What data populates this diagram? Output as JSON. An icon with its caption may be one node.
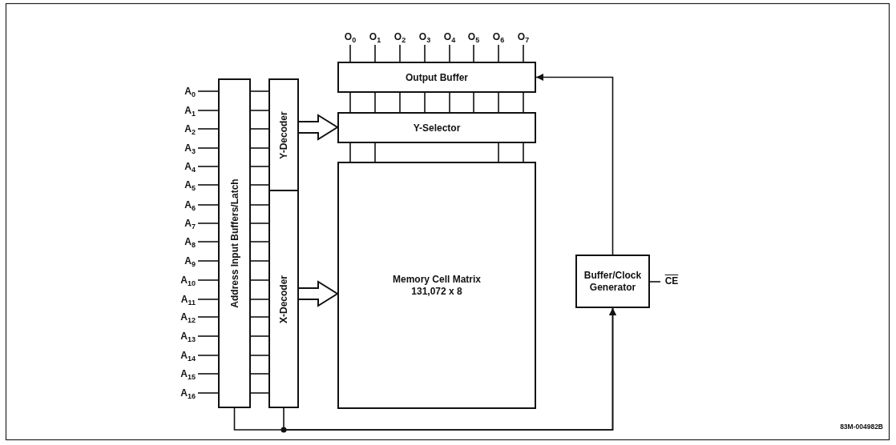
{
  "diagram": {
    "nodes": [
      {
        "text": [
          "Address Input Buffers/Latch"
        ]
      },
      {
        "text": [
          "Y-Decoder"
        ]
      },
      {
        "text": [
          "X-Decoder"
        ]
      },
      {
        "text": [
          "Output Buffer"
        ]
      },
      {
        "text": [
          "Y-Selector"
        ]
      },
      {
        "text": [
          "Memory Cell Matrix 131,072 x 8"
        ]
      },
      {
        "text": [
          "Buffer/Clock Generator"
        ]
      },
      {
        "text": [
          "A$_{0}$"
        ]
      },
      {
        "text": [
          "A$_{1}$"
        ]
      },
      {
        "text": [
          "A$_{2}$"
        ]
      },
      {
        "text": [
          "A$_{3}$"
        ]
      },
      {
        "text": [
          "A$_{4}$"
        ]
      },
      {
        "text": [
          "A$_{5}$"
        ]
      },
      {
        "text": [
          "A$_{6}$"
        ]
      },
      {
        "text": [
          "A$_{7}$"
        ]
      },
      {
        "text": [
          "A$_{8}$"
        ]
      },
      {
        "text": [
          "A$_{9}$"
        ]
      },
      {
        "text": [
          "A$_{10}$"
        ]
      },
      {
        "text": [
          "A$_{11}$"
        ]
      },
      {
        "text": [
          "A$_{12}$"
        ]
      },
      {
        "text": [
          "A$_{13}$"
        ]
      },
      {
        "text": [
          "A$_{14}$"
        ]
      },
      {
        "text": [
          "A$_{15}$"
        ]
      },
      {
        "text": [
          "A$_{16}$"
        ]
      },
      {
        "text": [
          "O$_{0}$"
        ]
      },
      {
        "text": [
          "O$_{1}$"
        ]
      },
      {
        "text": [
          "O$_{2}$"
        ]
      },
      {
        "text": [
          "O$_{3}$"
        ]
      },
      {
        "text": [
          "O$_{4}$"
        ]
      },
      {
        "text": [
          "O$_{5}$"
        ]
      },
      {
        "text": [
          "O$_{6}$"
        ]
      },
      {
        "text": [
          "O$_{7}$"
        ]
      },
      {
        "text": [
          "CE"
        ]
      }
    ],
    "edges": [
      {
        "from": 7,
        "to": 0,
        "arrow": "none"
      },
      {
        "from": 8,
        "to": 0,
        "arrow": "none"
      },
      {
        "from": 9,
        "to": 0,
        "arrow": "none"
      },
      {
        "from": 10,
        "to": 0,
        "arrow": "none"
      },
      {
        "from": 11,
        "to": 0,
        "arrow": "none"
      },
      {
        "from": 12,
        "to": 0,
        "arrow": "none"
      },
      {
        "from": 13,
        "to": 0,
        "arrow": "none"
      },
      {
        "from": 14,
        "to": 0,
        "arrow": "none"
      },
      {
        "from": 15,
        "to": 0,
        "arrow": "none"
      },
      {
        "from": 16,
        "to": 0,
        "arrow": "none"
      },
      {
        "from": 17,
        "to": 0,
        "arrow": "none"
      },
      {
        "from": 18,
        "to": 0,
        "arrow": "none"
      },
      {
        "from": 19,
        "to": 0,
        "arrow": "none"
      },
      {
        "from": 20,
        "to": 0,
        "arrow": "none"
      },
      {
        "from": 21,
        "to": 0,
        "arrow": "none"
      },
      {
        "from": 22,
        "to": 0,
        "arrow": "none"
      },
      {
        "from": 23,
        "to": 0,
        "arrow": "none"
      },
      {
        "from": 0,
        "to": 1,
        "arrow": "none"
      },
      {
        "from": 0,
        "to": 1,
        "arrow": "none"
      },
      {
        "from": 0,
        "to": 1,
        "arrow": "none"
      },
      {
        "from": 0,
        "to": 1,
        "arrow": "none"
      },
      {
        "from": 0,
        "to": 1,
        "arrow": "none"
      },
      {
        "from": 0,
        "to": 1,
        "arrow": "none"
      },
      {
        "from": 0,
        "to": 2,
        "arrow": "none"
      },
      {
        "from": 0,
        "to": 2,
        "arrow": "none"
      },
      {
        "from": 0,
        "to": 2,
        "arrow": "none"
      },
      {
        "from": 0,
        "to": 2,
        "arrow": "none"
      },
      {
        "from": 0,
        "to": 2,
        "arrow": "none"
      },
      {
        "from": 0,
        "to": 2,
        "arrow": "none"
      },
      {
        "from": 0,
        "to": 2,
        "arrow": "none"
      },
      {
        "from": 0,
        "to": 2,
        "arrow": "none"
      },
      {
        "from": 0,
        "to": 2,
        "arrow": "none"
      },
      {
        "from": 0,
        "to": 2,
        "arrow": "none"
      },
      {
        "from": 0,
        "to": 2,
        "arrow": "none"
      },
      {
        "from": 1,
        "to": 4,
        "arrow": "to",
        "style": "thick"
      },
      {
        "from": 2,
        "to": 5,
        "arrow": "to",
        "style": "thick"
      },
      {
        "from": 3,
        "to": 24,
        "arrow": "none"
      },
      {
        "from": 3,
        "to": 25,
        "arrow": "none"
      },
      {
        "from": 3,
        "to": 26,
        "arrow": "none"
      },
      {
        "from": 3,
        "to": 27,
        "arrow": "none"
      },
      {
        "from": 3,
        "to": 28,
        "arrow": "none"
      },
      {
        "from": 3,
        "to": 29,
        "arrow": "none"
      },
      {
        "from": 3,
        "to": 30,
        "arrow": "none"
      },
      {
        "from": 3,
        "to": 31,
        "arrow": "none"
      },
      {
        "from": 4,
        "to": 3,
        "arrow": "none"
      },
      {
        "from": 4,
        "to": 3,
        "arrow": "none"
      },
      {
        "from": 4,
        "to": 3,
        "arrow": "none"
      },
      {
        "from": 4,
        "to": 3,
        "arrow": "none"
      },
      {
        "from": 4,
        "to": 3,
        "arrow": "none"
      },
      {
        "from": 4,
        "to": 3,
        "arrow": "none"
      },
      {
        "from": 4,
        "to": 3,
        "arrow": "none"
      },
      {
        "from": 4,
        "to": 3,
        "arrow": "none"
      },
      {
        "from": 5,
        "to": 4,
        "arrow": "none"
      },
      {
        "from": 5,
        "to": 4,
        "arrow": "none"
      },
      {
        "from": 5,
        "to": 4,
        "arrow": "none"
      },
      {
        "from": 5,
        "to": 4,
        "arrow": "none"
      },
      {
        "from": 6,
        "to": 3,
        "arrow": "to"
      },
      {
        "from": 0,
        "to": 6,
        "arrow": "to"
      },
      {
        "from": 2,
        "to": 6,
        "arrow": "to"
      },
      {
        "from": 32,
        "to": 6,
        "arrow": "none"
      }
    ],
    "labels": [
      "83M-004982B"
    ]
  }
}
